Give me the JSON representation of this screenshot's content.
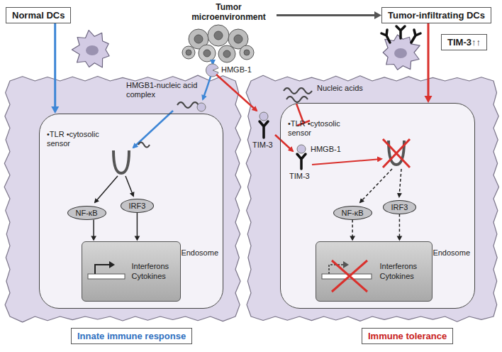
{
  "diagram": {
    "nodes": [
      {
        "text": [
          "Normal DCs"
        ]
      },
      {
        "text": [
          "Tumor microenvironment"
        ]
      },
      {
        "text": [
          "Tumor-infiltrating DCs"
        ]
      },
      {
        "text": [
          "TIM-3↑↑"
        ]
      },
      {
        "text": [
          "•TLR •cytosolic sensor",
          "Endosome"
        ]
      },
      {
        "text": [
          "NF-κB"
        ],
        "in": 4
      },
      {
        "text": [
          "IRF3"
        ],
        "in": 4
      },
      {
        "text": [
          "Interferons Cytokines"
        ],
        "in": 4
      },
      {
        "text": [
          "Innate immune response"
        ]
      },
      {
        "text": [
          "•TLR •cytosolic sensor",
          "Endosome"
        ]
      },
      {
        "text": [
          "NF-κB"
        ],
        "in": 9
      },
      {
        "text": [
          "IRF3"
        ],
        "in": 9
      },
      {
        "text": [
          "Interferons Cytokines"
        ],
        "in": 9
      },
      {
        "text": [
          "Immune tolerance"
        ]
      }
    ],
    "edges": [
      {
        "from": 0,
        "to": 4,
        "arrow": "to"
      },
      {
        "from": 1,
        "to": 2,
        "arrow": "to"
      },
      {
        "from": 2,
        "to": 9,
        "arrow": "to"
      },
      {
        "from": 5,
        "to": 7,
        "arrow": "to"
      },
      {
        "from": 6,
        "to": 7,
        "arrow": "to"
      },
      {
        "from": 10,
        "to": 12,
        "arrow": "to"
      },
      {
        "from": 11,
        "to": 12,
        "arrow": "to"
      }
    ],
    "labels": [
      "HMGB1-nucleic acid complex",
      "HMGB-1",
      "TIM-3",
      "Nucleic acids",
      "HMGB-1",
      "TIM-3"
    ]
  }
}
